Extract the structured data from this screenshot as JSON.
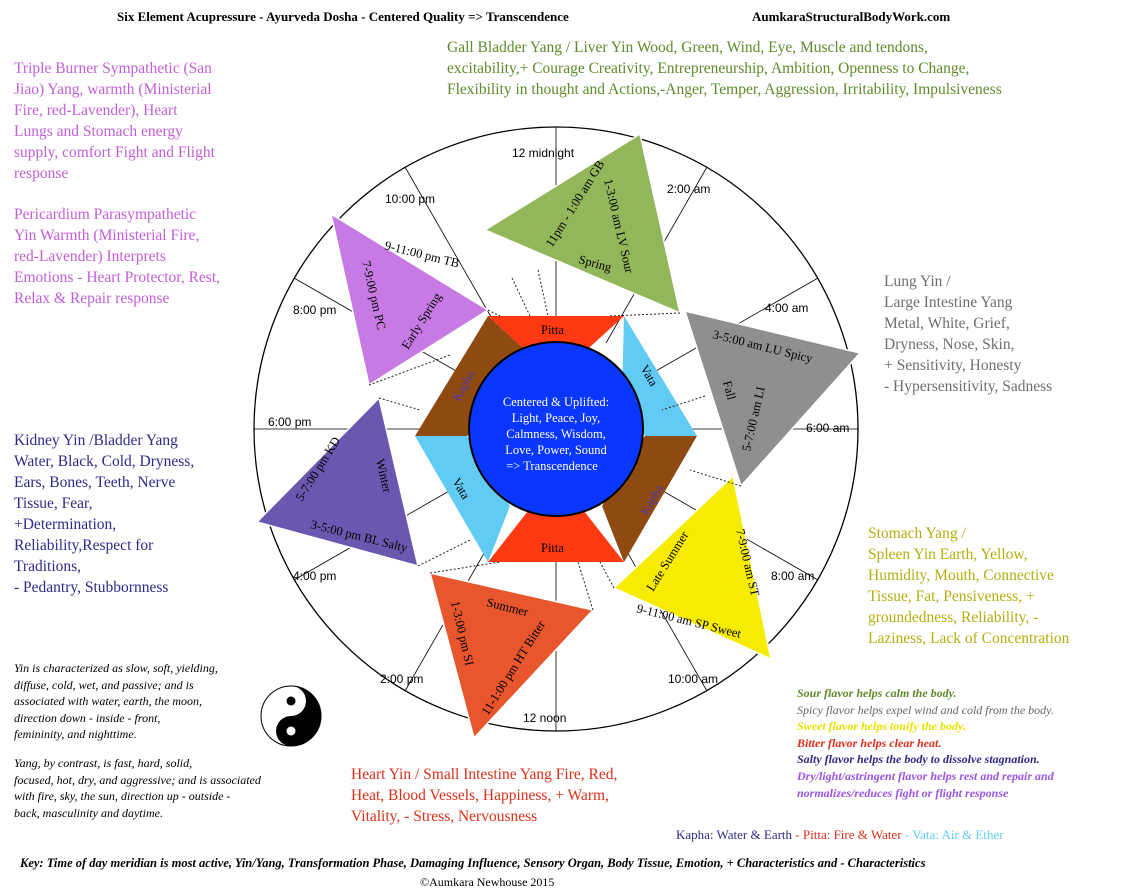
{
  "header": {
    "title": "Six Element  Acupressure  - Ayurveda Dosha  -  Centered Quality => Transcendence",
    "site": "AumkaraStructuralBodyWork.com"
  },
  "colors": {
    "wood": "#5f8a2c",
    "fire_lavender": "#c25fd6",
    "water": "#2f2a88",
    "metal": "#6e6e6e",
    "earth": "#b4ae12",
    "fire": "#d8301b",
    "kapha": "#8f4a12",
    "pitta": "#ff3a12",
    "vata": "#62cbf4",
    "center": "#0a37ff"
  },
  "blocks": {
    "gallbladder": [
      "Gall Bladder Yang  / Liver Yin  Wood, Green, Wind, Eye, Muscle and tendons,",
      "excitability,+ Courage Creativity, Entrepreneurship, Ambition, Openness to Change,",
      "Flexibility in thought and Actions,-Anger, Temper, Aggression, Irritability, Impulsiveness"
    ],
    "triple_burner": [
      "Triple Burner Sympathetic (San",
      "Jiao) Yang, warmth (Ministerial",
      "Fire, red-Lavender), Heart",
      "Lungs and Stomach energy",
      "supply, comfort Fight and Flight",
      "response"
    ],
    "pericardium": [
      "Pericardium Parasympathetic",
      "Yin Warmth (Ministerial Fire,",
      "red-Lavender) Interprets",
      "Emotions - Heart Protector, Rest,",
      "Relax & Repair response"
    ],
    "lung": [
      "Lung Yin /",
      "Large Intestine Yang",
      "Metal, White, Grief,",
      "Dryness, Nose, Skin,",
      "+ Sensitivity, Honesty",
      "- Hypersensitivity, Sadness"
    ],
    "kidney": [
      "Kidney Yin  /Bladder Yang",
      "Water, Black, Cold, Dryness,",
      "Ears, Bones, Teeth, Nerve",
      "Tissue, Fear,",
      "+Determination,",
      "Reliability,Respect for",
      "Traditions,",
      "-  Pedantry, Stubbornness"
    ],
    "stomach": [
      "Stomach Yang /",
      "Spleen Yin Earth, Yellow,",
      "Humidity, Mouth, Connective",
      "Tissue, Fat, Pensiveness, +",
      "groundedness, Reliability, -",
      "Laziness, Lack of Concentration"
    ],
    "heart": [
      "Heart Yin / Small Intestine Yang Fire, Red,",
      "Heat, Blood Vessels, Happiness, + Warm,",
      "Vitality, - Stress, Nervousness"
    ]
  },
  "yin_text": [
    "Yin is characterized as slow, soft, yielding,",
    "diffuse, cold, wet, and passive; and is",
    "associated with water, earth, the moon,",
    "direction down - inside - front,",
    "femininity, and nighttime."
  ],
  "yang_text": [
    "Yang, by contrast, is fast, hard, solid,",
    "focused, hot, dry, and aggressive; and is associated",
    "with fire, sky, the sun, direction up - outside -",
    "back, masculinity and daytime."
  ],
  "flavors": [
    {
      "text": "Sour flavor helps calm the body.",
      "color": "#5f8a2c"
    },
    {
      "text": "Spicy flavor helps expel wind and cold from the body.",
      "color": "#666666"
    },
    {
      "text": "Sweet flavor helps tonify the body.",
      "color": "#e8e000"
    },
    {
      "text": "Bitter flavor helps clear heat.",
      "color": "#d8301b"
    },
    {
      "text": "Salty flavor helps the body to dissolve stagnation.",
      "color": "#2f2a88"
    },
    {
      "text": "Dry/light/astringent flavor helps rest and repair and",
      "color": "#9a55e0"
    },
    {
      "text": "normalizes/reduces fight or flight response",
      "color": "#9a55e0"
    }
  ],
  "dosha_legend": {
    "kapha": "Kapha: Water & Earth",
    "sep1": " - ",
    "pitta": "Pitta: Fire & Water",
    "sep2": "  - ",
    "vata": "Vata: Air & Ether"
  },
  "key": "Key: Time of day meridian is most active, Yin/Yang, Transformation Phase, Damaging Influence, Sensory Organ, Body Tissue, Emotion, + Characteristics and - Characteristics",
  "copyright": "©Aumkara Newhouse 2015",
  "clock": {
    "midnight": "12 midnight",
    "h2am": "2:00 am",
    "h4am": "4:00 am",
    "h6am": "6:00 am",
    "h8am": "8:00 am",
    "h10am": "10:00 am",
    "noon": "12 noon",
    "h2pm": "2:00 pm",
    "h4pm": "4:00 pm",
    "h6pm": "6:00 pm",
    "h8pm": "8:00 pm",
    "h10pm": "10:00 pm"
  },
  "triangles": {
    "wood": {
      "line1": "11pm - 1:00 am GB",
      "line2": "1-3:00  am LV Sour",
      "season": "Spring"
    },
    "metal": {
      "line1": "3-5:00 am LU Spicy",
      "line2": "5-7:00 am LI",
      "season": "Fall"
    },
    "earth": {
      "line1": "7-9:00 am ST",
      "line2": "9-11:00 am SP Sweet",
      "season": "Late Summer"
    },
    "fire": {
      "line1": "1-3:00 pm SI",
      "line2": "11-1:00 pm HT Bitter",
      "season": "Summer"
    },
    "water": {
      "line1": "5-7:00 pm KD",
      "line2": "3-5:00 pm BL Salty",
      "season": "Winter"
    },
    "lavender": {
      "line1": "9-11:00 pm TB",
      "line2": "7-9:00 pm PC",
      "season": "Early Spring"
    }
  },
  "doshas": {
    "pitta_top": "Pitta",
    "pitta_bottom": "Pitta",
    "vata_right": "Vata",
    "vata_left": "Vata",
    "kapha_left": "Kapha",
    "kapha_right": "Kapha"
  },
  "center": [
    "Centered & Uplifted:",
    "Light, Peace, Joy,",
    "Calmness, Wisdom,",
    "Love, Power, Sound",
    "=> Transcendence"
  ]
}
